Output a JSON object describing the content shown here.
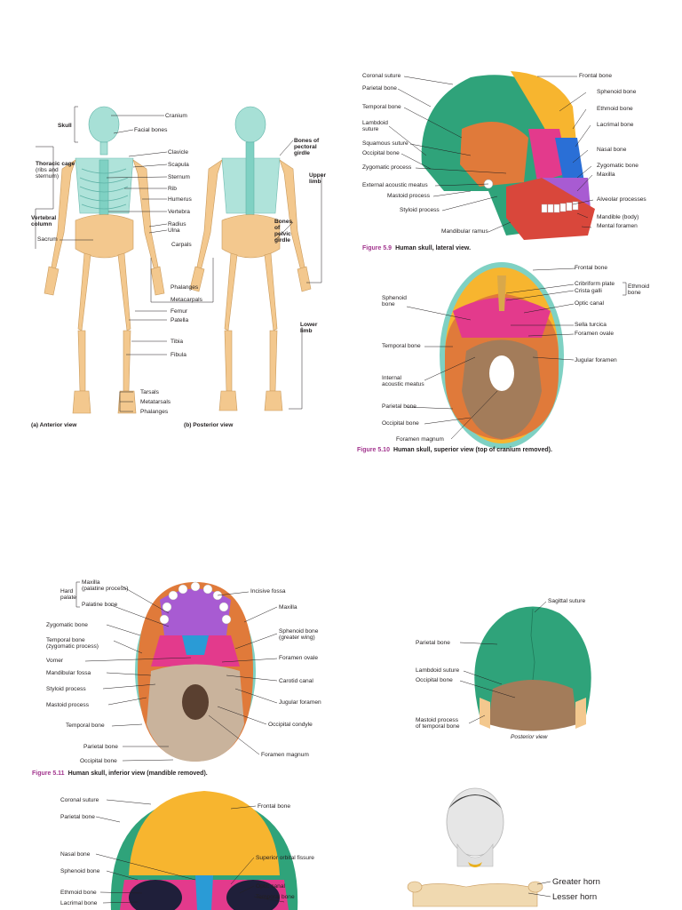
{
  "skeleton": {
    "left_labels": [
      "Skull",
      "Thoracic cage",
      "(ribs and",
      "sternum)",
      "Vertebral",
      "column",
      "Sacrum"
    ],
    "center_labels": [
      "Cranium",
      "Facial bones",
      "Clavicle",
      "Scapula",
      "Sternum",
      "Rib",
      "Humerus",
      "Vertebra",
      "Radius",
      "Ulna",
      "Carpals",
      "Phalanges",
      "Metacarpals",
      "Femur",
      "Patella",
      "Tibia",
      "Fibula",
      "Tarsals",
      "Metatarsals",
      "Phalanges"
    ],
    "right_labels": [
      "Bones of",
      "pectoral",
      "girdle",
      "Upper",
      "limb",
      "Bones",
      "of",
      "pelvic",
      "girdle",
      "Lower",
      "limb"
    ],
    "caption_a": "(a) Anterior view",
    "caption_b": "(b) Posterior view"
  },
  "fig59": {
    "left_labels": [
      "Coronal suture",
      "Parietal bone",
      "Temporal bone",
      "Lambdoid",
      "suture",
      "Squamous suture",
      "Occipital bone",
      "Zygomatic process",
      "External acoustic meatus",
      "Mastoid process",
      "Styloid process",
      "Mandibular ramus"
    ],
    "right_labels": [
      "Frontal bone",
      "Sphenoid bone",
      "Ethmoid bone",
      "Lacrimal bone",
      "Nasal bone",
      "Zygomatic bone",
      "Maxilla",
      "Alveolar processes",
      "Mandible (body)",
      "Mental foramen"
    ],
    "caption_num": "Figure 5.9",
    "caption_text": "Human skull, lateral view."
  },
  "fig510": {
    "left_labels": [
      "Sphenoid",
      "bone",
      "Temporal bone",
      "Internal",
      "acoustic meatus",
      "Parietal bone",
      "Occipital bone",
      "Foramen magnum"
    ],
    "right_labels": [
      "Frontal bone",
      "Cribriform plate",
      "Crista galli",
      "Ethmoid",
      "bone",
      "Optic canal",
      "Sella turcica",
      "Foramen ovale",
      "Jugular foramen"
    ],
    "caption_num": "Figure 5.10",
    "caption_text": "Human skull, superior view (top of cranium removed)."
  },
  "fig511": {
    "left_labels": [
      "Hard",
      "palate",
      "Maxilla",
      "(palatine process)",
      "Palatine bone",
      "Zygomatic bone",
      "Temporal bone",
      "(zygomatic process)",
      "Vomer",
      "Mandibular fossa",
      "Styloid process",
      "Mastoid process",
      "Temporal bone",
      "Parietal bone",
      "Occipital bone"
    ],
    "right_labels": [
      "Incisive fossa",
      "Maxilla",
      "Sphenoid bone",
      "(greater wing)",
      "Foramen ovale",
      "Carotid canal",
      "Jugular foramen",
      "Occipital condyle",
      "Foramen magnum"
    ],
    "caption_num": "Figure 5.11",
    "caption_text": "Human skull, inferior view (mandible removed)."
  },
  "posterior": {
    "labels": [
      "Sagittal suture",
      "Parietal bone",
      "Lambdoid suture",
      "Occipital bone",
      "Mastoid process",
      "of temporal bone"
    ],
    "caption": "Posterior view"
  },
  "anterior": {
    "left_labels": [
      "Coronal suture",
      "Parietal bone",
      "Nasal bone",
      "Sphenoid bone",
      "Ethmoid bone",
      "Lacrimal bone"
    ],
    "right_labels": [
      "Frontal bone",
      "Superior orbital fissure",
      "Optic canal",
      "Temporal bone"
    ]
  },
  "hyoid": {
    "labels": [
      "Greater horn",
      "Lesser horn"
    ]
  },
  "colors": {
    "bone": "#f3c88e",
    "skull_cyan": "#7fd1c3",
    "parietal": "#2fa37a",
    "frontal": "#f7b52f",
    "temporal": "#e07a3a",
    "sphenoid": "#e33a8c",
    "occipital": "#a37c5a",
    "maxilla": "#a85bd2",
    "mandible": "#d9473b",
    "caption": "#a2358e"
  }
}
